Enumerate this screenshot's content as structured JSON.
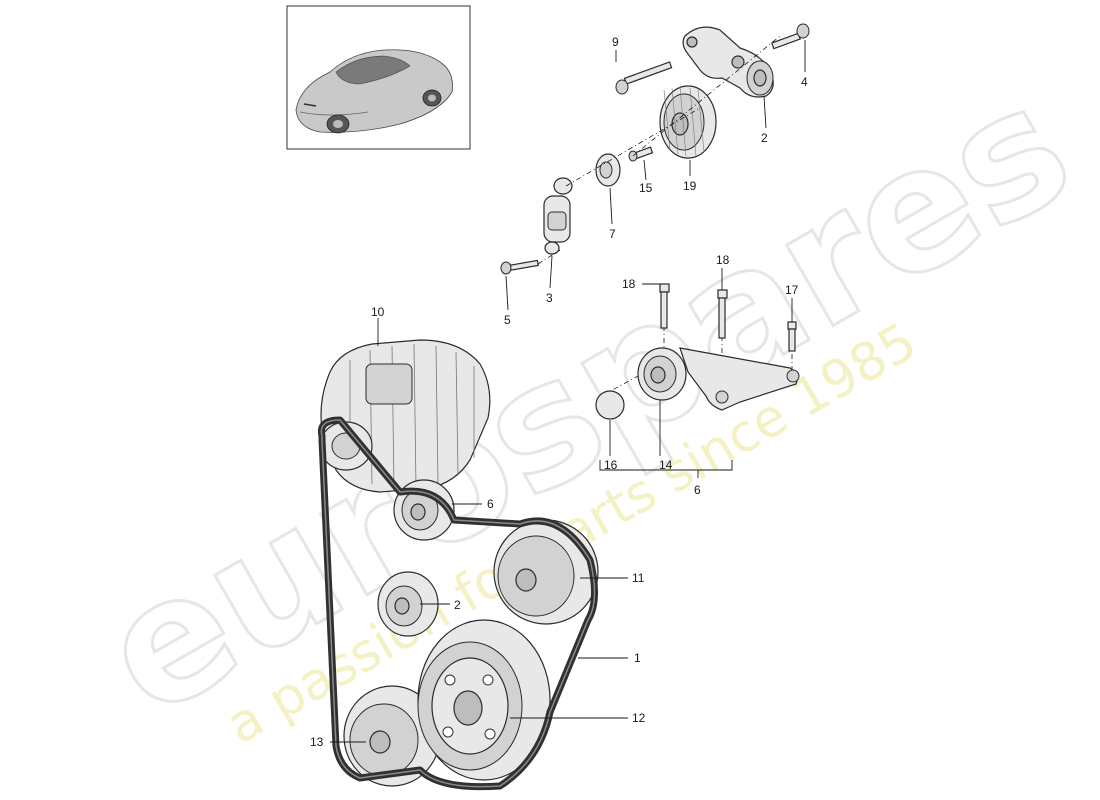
{
  "watermark": {
    "brand": "eurospares",
    "tagline": "a passion for parts since 1985"
  },
  "callouts": [
    {
      "id": "c9a",
      "label": "9"
    },
    {
      "id": "c4",
      "label": "4"
    },
    {
      "id": "c2a",
      "label": "2"
    },
    {
      "id": "c19",
      "label": "19"
    },
    {
      "id": "c15",
      "label": "15"
    },
    {
      "id": "c7",
      "label": "7"
    },
    {
      "id": "c3",
      "label": "3"
    },
    {
      "id": "c5",
      "label": "5"
    },
    {
      "id": "c10",
      "label": "10"
    },
    {
      "id": "c18a",
      "label": "18"
    },
    {
      "id": "c18b",
      "label": "18"
    },
    {
      "id": "c17",
      "label": "17"
    },
    {
      "id": "c16",
      "label": "16"
    },
    {
      "id": "c14",
      "label": "14"
    },
    {
      "id": "c6a",
      "label": "6"
    },
    {
      "id": "c6b",
      "label": "6"
    },
    {
      "id": "c11",
      "label": "11"
    },
    {
      "id": "c2b",
      "label": "2"
    },
    {
      "id": "c1",
      "label": "1"
    },
    {
      "id": "c12",
      "label": "12"
    },
    {
      "id": "c13",
      "label": "13"
    }
  ],
  "colors": {
    "line": "#1a1a1a",
    "part_fill": "#e8e8e8",
    "watermark_grey": "#e6e6e6",
    "watermark_yellow": "#f4f1c4"
  }
}
